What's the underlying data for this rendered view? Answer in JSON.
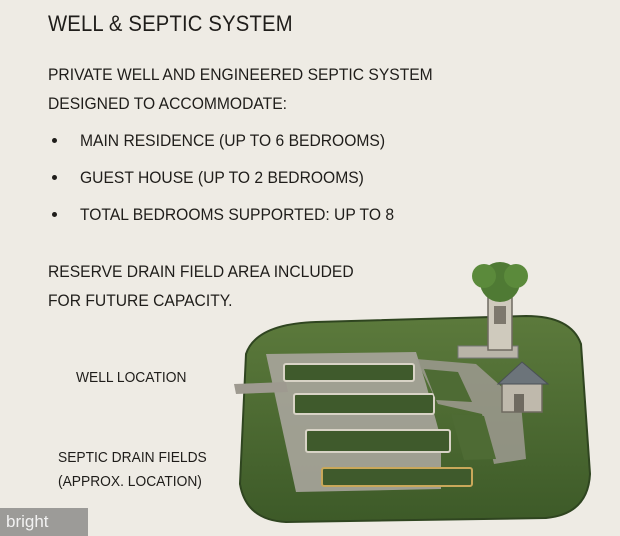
{
  "title": "WELL & SEPTIC SYSTEM",
  "intro": {
    "line1": "PRIVATE WELL AND ENGINEERED SEPTIC SYSTEM",
    "line2": "DESIGNED TO ACCOMMODATE:"
  },
  "bullets": [
    "MAIN RESIDENCE (UP TO 6 BEDROOMS)",
    "GUEST HOUSE (UP TO 2 BEDROOMS)",
    "TOTAL BEDROOMS SUPPORTED: UP TO 8"
  ],
  "reserve": {
    "line1": "RESERVE DRAIN FIELD AREA INCLUDED",
    "line2": "FOR FUTURE CAPACITY."
  },
  "labels": {
    "well": "WELL LOCATION",
    "septic_line1": "SEPTIC DRAIN FIELDS",
    "septic_line2": "(APPROX. LOCATION)"
  },
  "watermark": "bright",
  "colors": {
    "background": "#eeebe4",
    "grass": "#4e6b34",
    "path": "#a9a59c",
    "drain_field": "#3f5a2c"
  }
}
